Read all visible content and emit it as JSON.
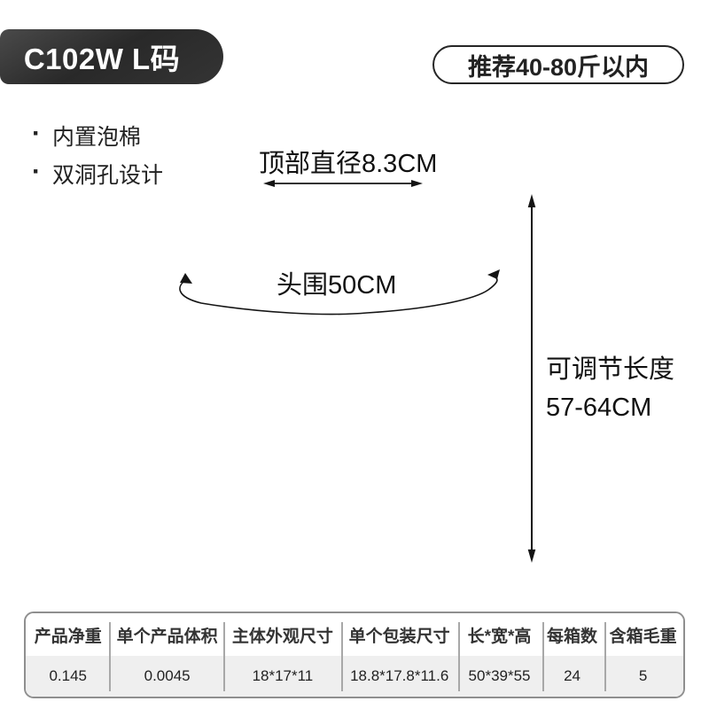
{
  "product": {
    "model_badge": "C102W L码",
    "recommend_badge": "推荐40-80斤以内",
    "feature_bullet": "·",
    "features": [
      "内置泡棉",
      "双洞孔设计"
    ],
    "dimensions": {
      "top_diameter": "顶部直径8.3CM",
      "head_circumference": "头围50CM",
      "adjustable_length_label": "可调节长度",
      "adjustable_length_value": "57-64CM"
    }
  },
  "spec_table": {
    "headers": [
      "产品净重",
      "单个产品体积",
      "主体外观尺寸",
      "单个包装尺寸",
      "长*宽*高",
      "每箱数",
      "含箱毛重"
    ],
    "values": [
      "0.145",
      "0.0045",
      "18*17*11",
      "18.8*17.8*11.6",
      "50*39*55",
      "24",
      "5"
    ]
  },
  "colors": {
    "text": "#1a1a1a",
    "badge_dark_a": "#4a4a4a",
    "badge_dark_b": "#292929",
    "table_border": "#8f8f8f",
    "table_row_bg": "#efefef",
    "divider": "#a8a8a8"
  }
}
